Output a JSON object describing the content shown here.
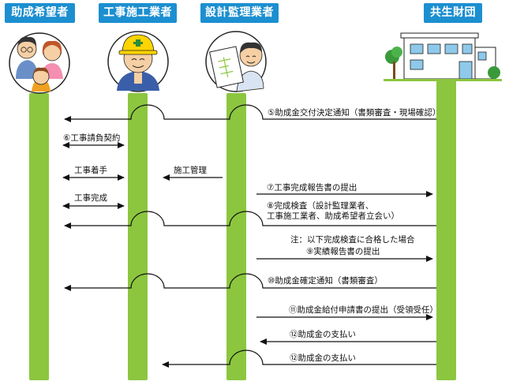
{
  "actors": {
    "applicant": "助成希望者",
    "contractor": "工事施工業者",
    "supervisor": "設計監理業者",
    "foundation": "共生財団"
  },
  "steps": {
    "s5": "⑤助成金交付決定通知（書類審査・現場確認）",
    "s6": "⑥工事請負契約",
    "start": "工事着手",
    "mgmt": "施工管理",
    "done": "工事完成",
    "s7": "⑦工事完成報告書の提出",
    "s8_1": "⑧完成検査（設計監理業者、",
    "s8_2": "工事施工業者、助成希望者立会い）",
    "note": "注：以下完成検査に合格した場合",
    "s9": "⑨実績報告書の提出",
    "s10": "⑩助成金確定通知（書類審査）",
    "s11": "⑪助成金給付申請書の提出（受領受任）",
    "s12a": "⑫助成金の支払い",
    "s12b": "⑫助成金の支払い"
  },
  "colors": {
    "header": "#1c8fd0",
    "lifeline": "#8cc63f",
    "arrow": "#111111"
  }
}
